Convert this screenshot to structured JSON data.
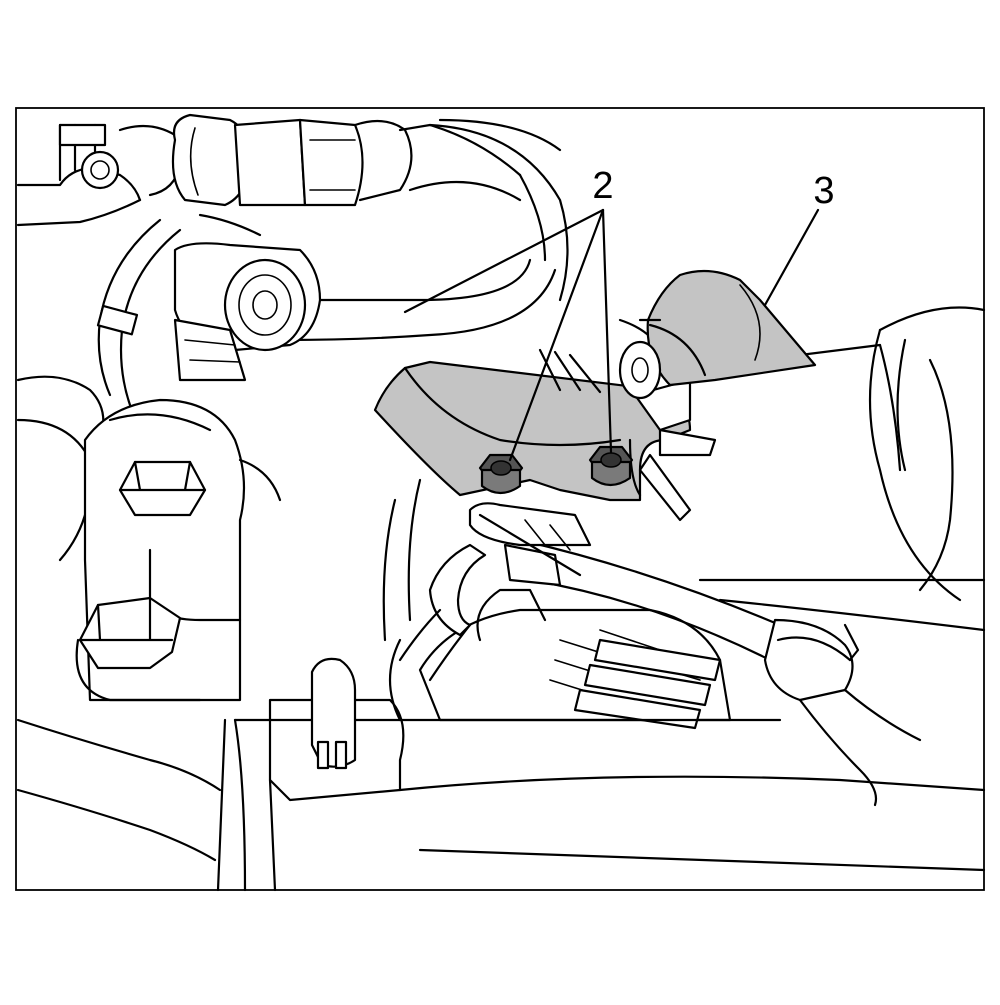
{
  "callouts": [
    {
      "id": "bolts",
      "label": "2"
    },
    {
      "id": "cover",
      "label": "3"
    }
  ],
  "colors": {
    "line": "#000000",
    "background": "#ffffff",
    "highlight": "#c4c4c4",
    "bolt": "#555555"
  },
  "icons": {
    "bolt_left": "hex-bolt-icon",
    "bolt_right": "hex-bolt-icon",
    "bolt_head_large_upper": "hex-bolt-icon",
    "bolt_head_large_lower": "hex-bolt-icon"
  }
}
